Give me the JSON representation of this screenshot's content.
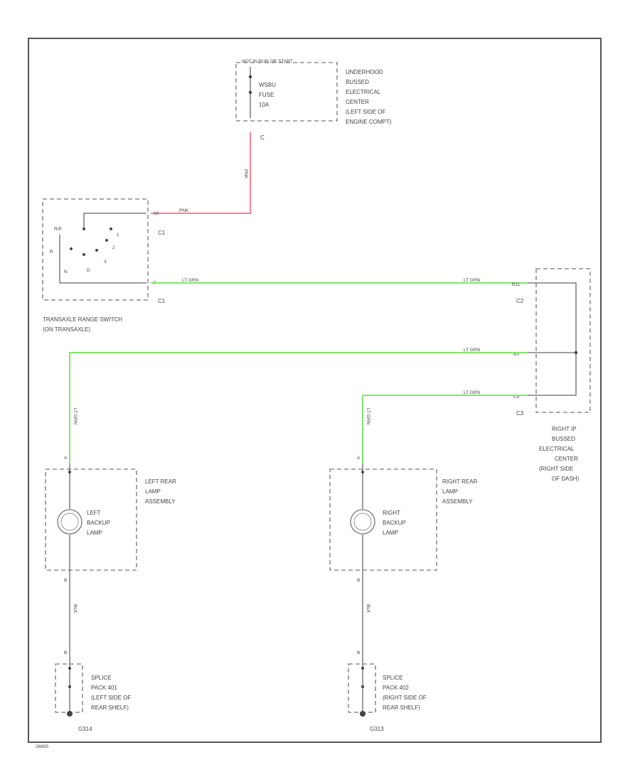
{
  "colors": {
    "pink_wire": "#ff7f90",
    "green_wire": "#7ee86a",
    "line": "#555555"
  },
  "fuse_box": {
    "header": "HOT IN RUN OR START",
    "fuse_label": [
      "WSBU",
      "FUSE",
      "10A"
    ],
    "connector": "C",
    "wire_color": "PNK",
    "name": [
      "UNDERHOOD",
      "BUSSED",
      "ELECTRICAL",
      "CENTER",
      "(LEFT SIDE OF",
      "ENGINE COMPT)"
    ]
  },
  "switch": {
    "name": [
      "TRANSAXLE RANGE SWITCH",
      "(ON TRANSAXLE)"
    ],
    "positions": [
      "R/P",
      "R",
      "N",
      "D",
      "3",
      "2",
      "1"
    ],
    "pin_top": "10",
    "pin_bottom": "F",
    "connector_top": "C1",
    "connector_bottom": "C1",
    "wire_top": "PNK",
    "wire_bottom": "LT GRN"
  },
  "right_center": {
    "name": [
      "RIGHT IP",
      "BUSSED",
      "ELECTRICAL",
      "CENTER",
      "(RIGHT SIDE",
      "OF DASH)"
    ],
    "pins": [
      "B11",
      "B3",
      "C4"
    ],
    "connectors": [
      "C2",
      "C3"
    ],
    "wire_labels": [
      "LT GRN",
      "LT GRN",
      "LT GRN"
    ]
  },
  "left_lamp": {
    "assembly": [
      "LEFT REAR",
      "LAMP",
      "ASSEMBLY"
    ],
    "lamp": [
      "LEFT",
      "BACKUP",
      "LAMP"
    ],
    "wire_in": "LT GRN",
    "wire_out": "BLK",
    "pin_top": "A",
    "pin_bottom": "B"
  },
  "right_lamp": {
    "assembly": [
      "RIGHT REAR",
      "LAMP",
      "ASSEMBLY"
    ],
    "lamp": [
      "RIGHT",
      "BACKUP",
      "LAMP"
    ],
    "wire_in": "LT GRN",
    "wire_out": "BLK",
    "pin_top": "A",
    "pin_bottom": "B"
  },
  "left_splice": {
    "name": [
      "SPLICE",
      "PACK 401",
      "(LEFT SIDE OF",
      "REAR SHELF)"
    ],
    "pin": "B",
    "ground": "G314"
  },
  "right_splice": {
    "name": [
      "SPLICE",
      "PACK 402",
      "(RIGHT SIDE OF",
      "REAR SHELF)"
    ],
    "pin": "B",
    "ground": "G313"
  },
  "diagram_id": "26895"
}
